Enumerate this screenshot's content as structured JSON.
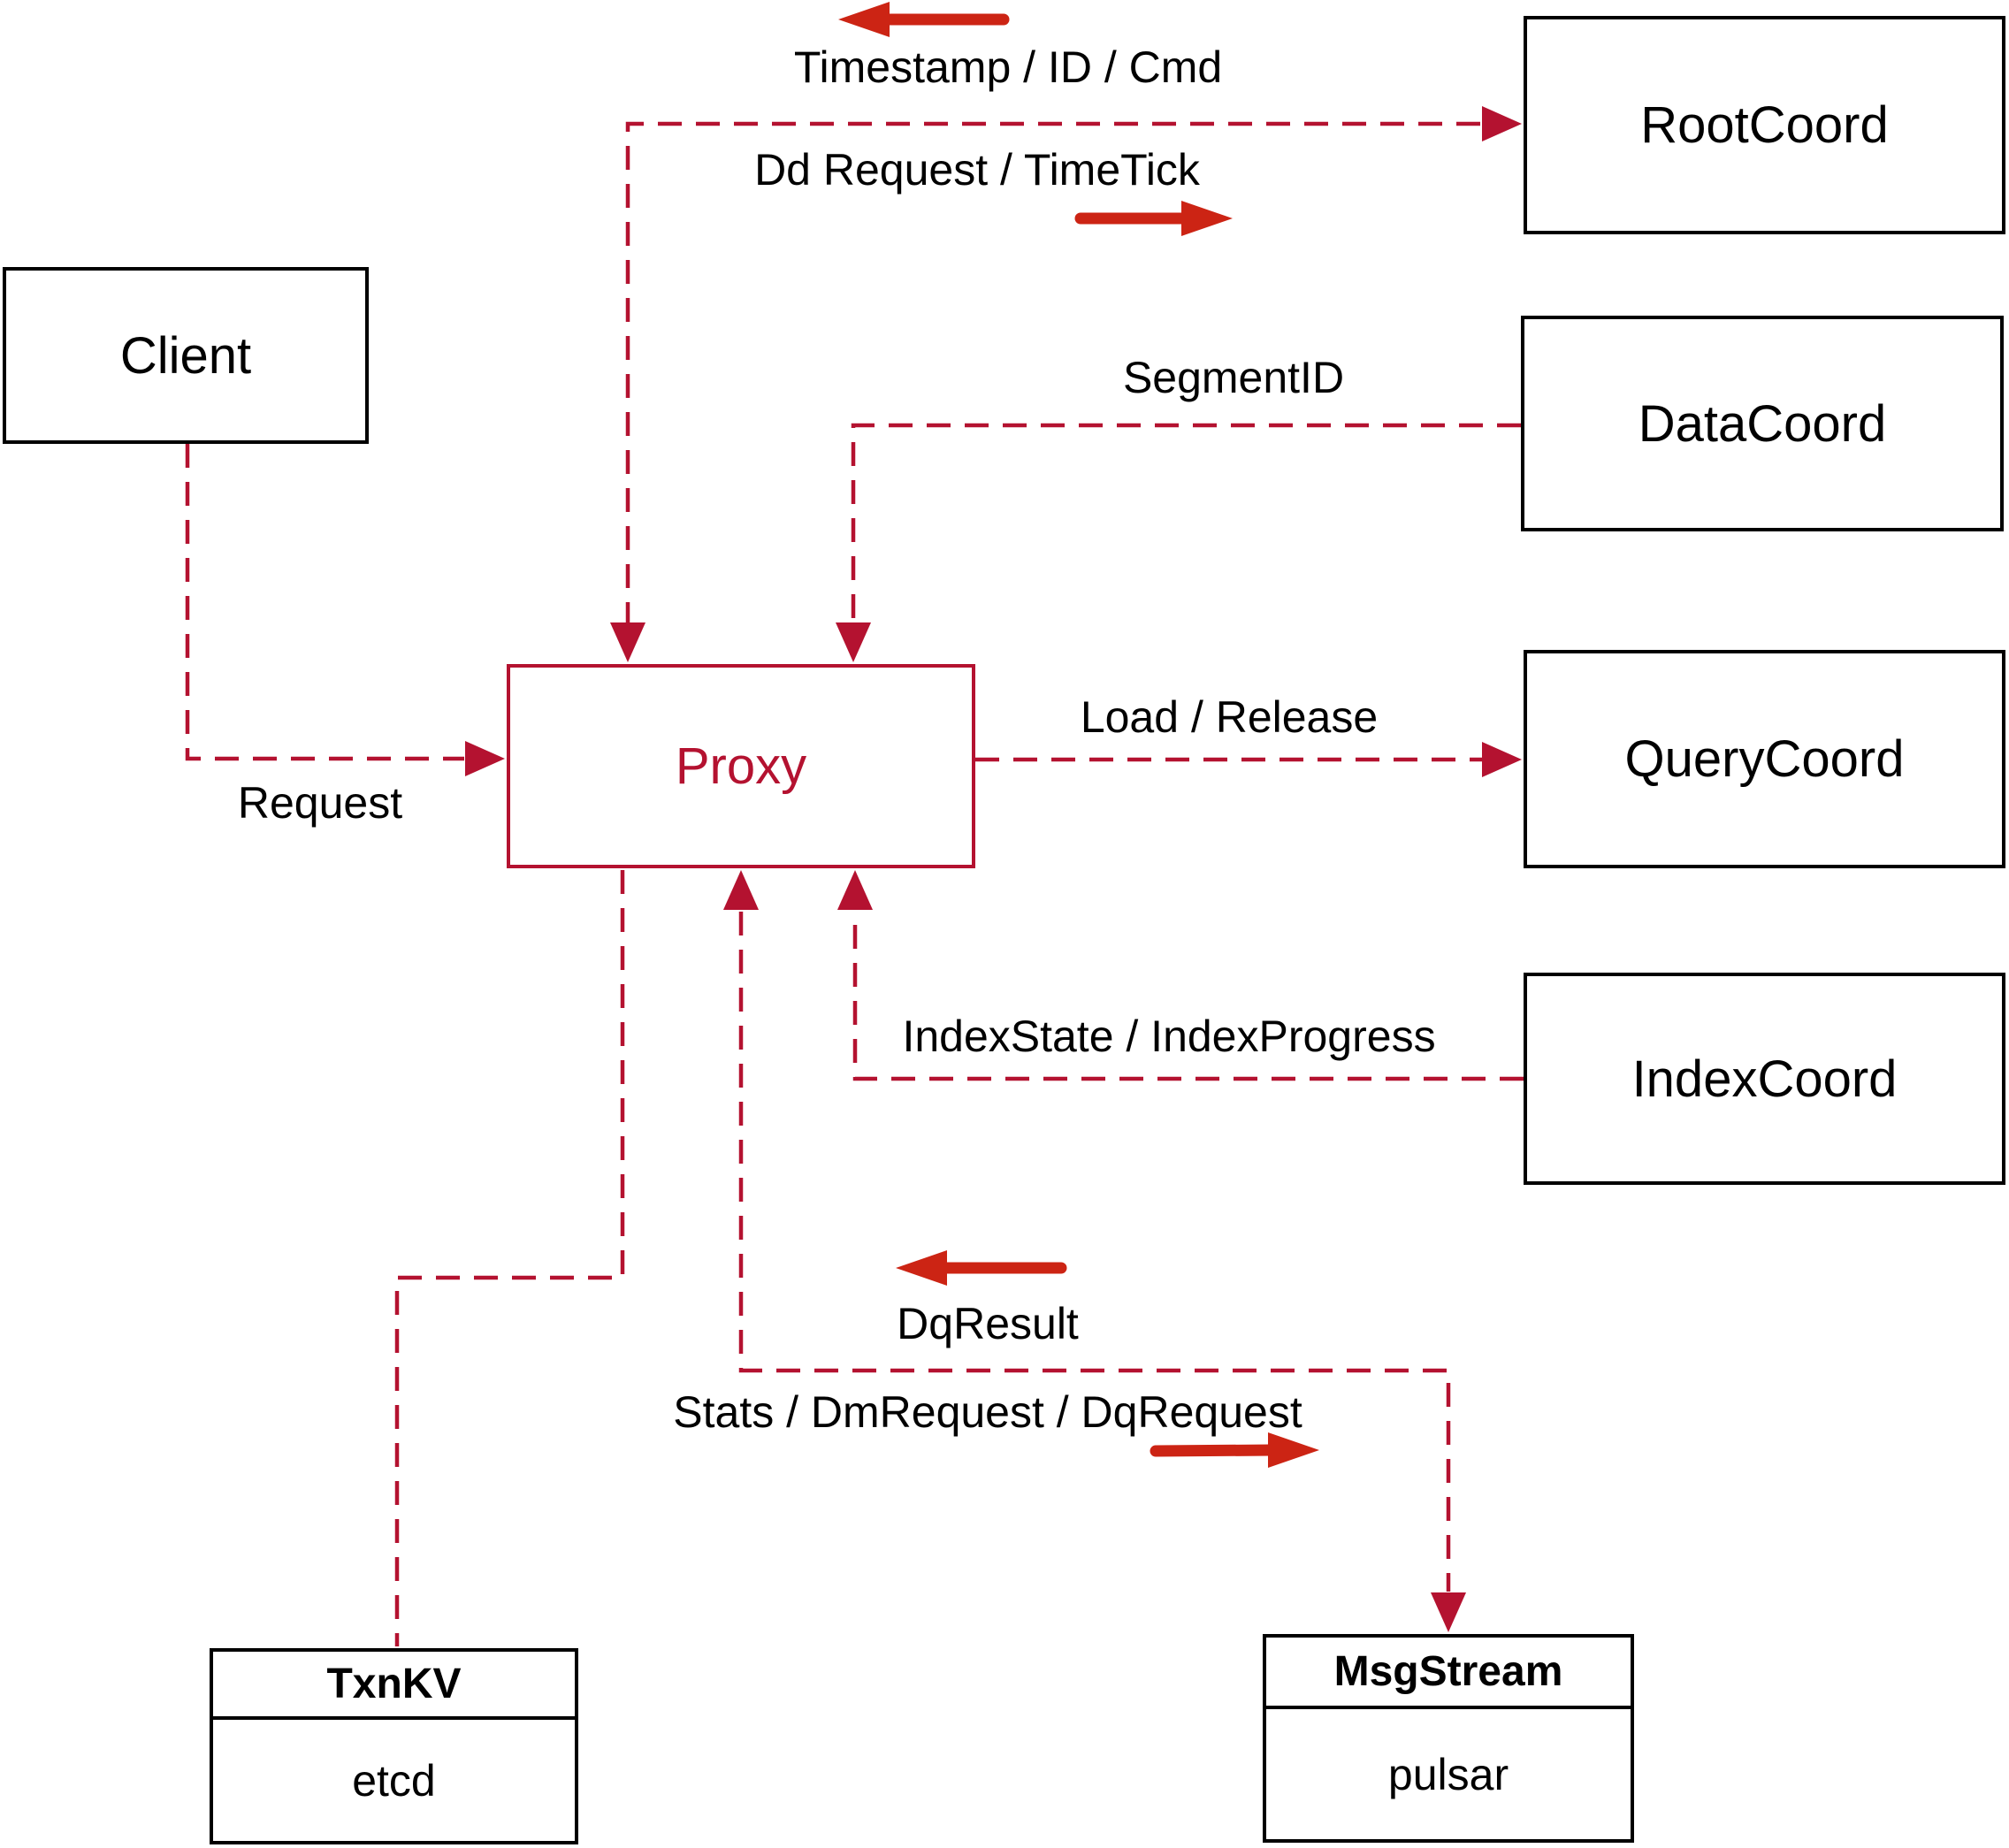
{
  "nodes": {
    "client": "Client",
    "proxy": "Proxy",
    "rootcoord": "RootCoord",
    "datacoord": "DataCoord",
    "querycoord": "QueryCoord",
    "indexcoord": "IndexCoord",
    "txnkv": {
      "title": "TxnKV",
      "impl": "etcd"
    },
    "msgstream": {
      "title": "MsgStream",
      "impl": "pulsar"
    }
  },
  "edges": {
    "timestamp": "Timestamp / ID / Cmd",
    "dd_request": "Dd Request / TimeTick",
    "segment_id": "SegmentID",
    "request": "Request",
    "load_release": "Load / Release",
    "index_state": "IndexState / IndexProgress",
    "dq_result": "DqResult",
    "stats": "Stats / DmRequest / DqRequest"
  },
  "colors": {
    "dashed_line": "#b41230",
    "solid_arrow": "#cc2414",
    "box_border": "#000000",
    "proxy_accent": "#b41230",
    "background": "#ffffff",
    "text": "#000000"
  }
}
